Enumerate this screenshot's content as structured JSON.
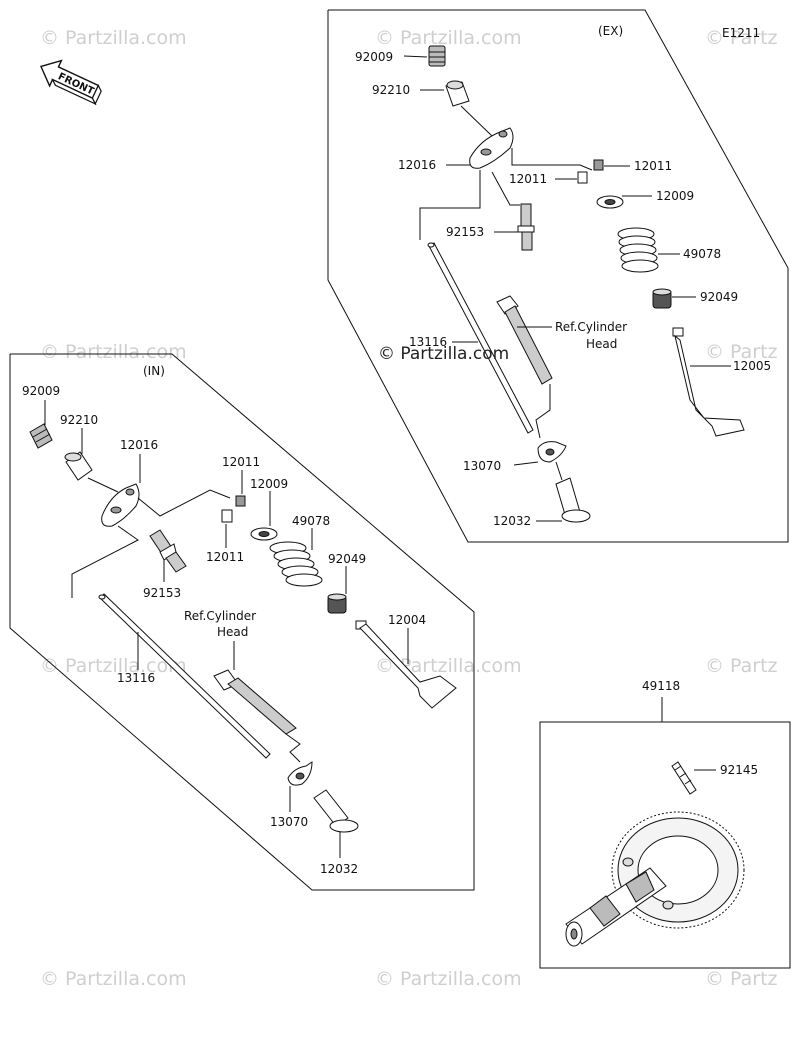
{
  "watermarks": {
    "text": "© Partzilla.com",
    "short_text": "© Partz",
    "center": "© Partzilla.com"
  },
  "diagram_code": "E1211",
  "front_label": "FRONT",
  "ex_group": {
    "tag": "(EX)",
    "labels": {
      "p92009": "92009",
      "p92210": "92210",
      "p12016": "12016",
      "p12011a": "12011",
      "p12011b": "12011",
      "p12009": "12009",
      "p92153": "92153",
      "p49078": "49078",
      "p92049": "92049",
      "p13116": "13116",
      "ref1": "Ref.Cylinder",
      "ref2": "Head",
      "p12005": "12005",
      "p13070": "13070",
      "p12032": "12032"
    }
  },
  "in_group": {
    "tag": "(IN)",
    "labels": {
      "p92009": "92009",
      "p92210": "92210",
      "p12016": "12016",
      "p12011a": "12011",
      "p12009": "12009",
      "p12011b": "12011",
      "p49078": "49078",
      "p92153": "92153",
      "p92049": "92049",
      "ref1": "Ref.Cylinder",
      "ref2": "Head",
      "p12004": "12004",
      "p13116": "13116",
      "p13070": "13070",
      "p12032": "12032"
    }
  },
  "cam_group": {
    "label_assembly": "49118",
    "label_spring": "92145"
  }
}
